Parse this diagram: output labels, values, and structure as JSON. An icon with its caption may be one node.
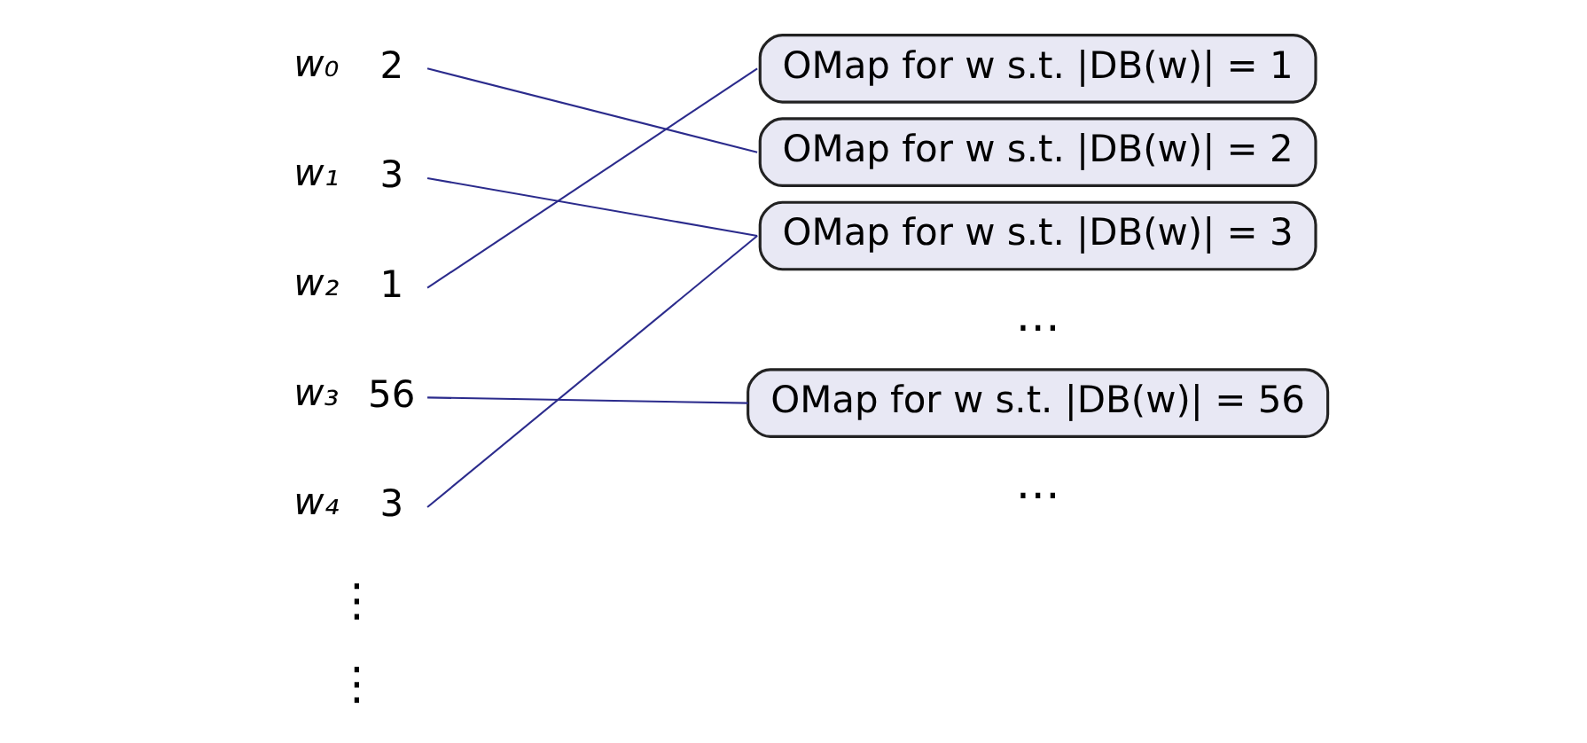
{
  "diagram": {
    "nodes": [
      {
        "text": [
          "2"
        ],
        "beside": [
          "w₀"
        ]
      },
      {
        "text": [
          "3"
        ],
        "beside": [
          "w₁"
        ]
      },
      {
        "text": [
          "1"
        ],
        "beside": [
          "w₂"
        ]
      },
      {
        "text": [
          "56"
        ],
        "beside": [
          "w₃"
        ]
      },
      {
        "text": [
          "3"
        ],
        "beside": [
          "w₄"
        ]
      },
      {
        "text": [
          "OMap for w s.t. |DB(w)| = 1"
        ]
      },
      {
        "text": [
          "OMap for w s.t. |DB(w)| = 2"
        ]
      },
      {
        "text": [
          "OMap for w s.t. |DB(w)| = 3"
        ]
      },
      {
        "text": [
          "OMap for w s.t. |DB(w)| = 56"
        ]
      }
    ],
    "edges": [
      {
        "from": 0,
        "to": 6,
        "arrow": "none"
      },
      {
        "from": 1,
        "to": 7,
        "arrow": "none"
      },
      {
        "from": 2,
        "to": 5,
        "arrow": "none"
      },
      {
        "from": 3,
        "to": 8,
        "arrow": "none"
      },
      {
        "from": 4,
        "to": 7,
        "arrow": "none"
      }
    ],
    "labels": [
      "…",
      "⋮",
      "⋮",
      "…"
    ]
  }
}
